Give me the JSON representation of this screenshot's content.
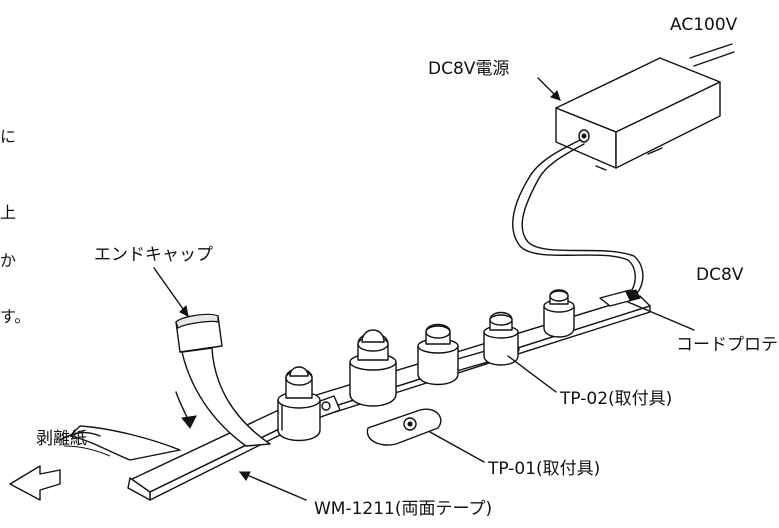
{
  "labels": {
    "ac100v": "AC100V",
    "power": "DC8V電源",
    "dc8v": "DC8V",
    "endcap": "エンドキャップ",
    "protector": "コードプロテクター",
    "tp02": "TP-02(取付具)",
    "tp01": "TP-01(取付具)",
    "peel": "剥離紙",
    "tape": "WM-1211(両面テープ)"
  },
  "left_fragments": [
    "に",
    "上",
    "か",
    "す。"
  ]
}
